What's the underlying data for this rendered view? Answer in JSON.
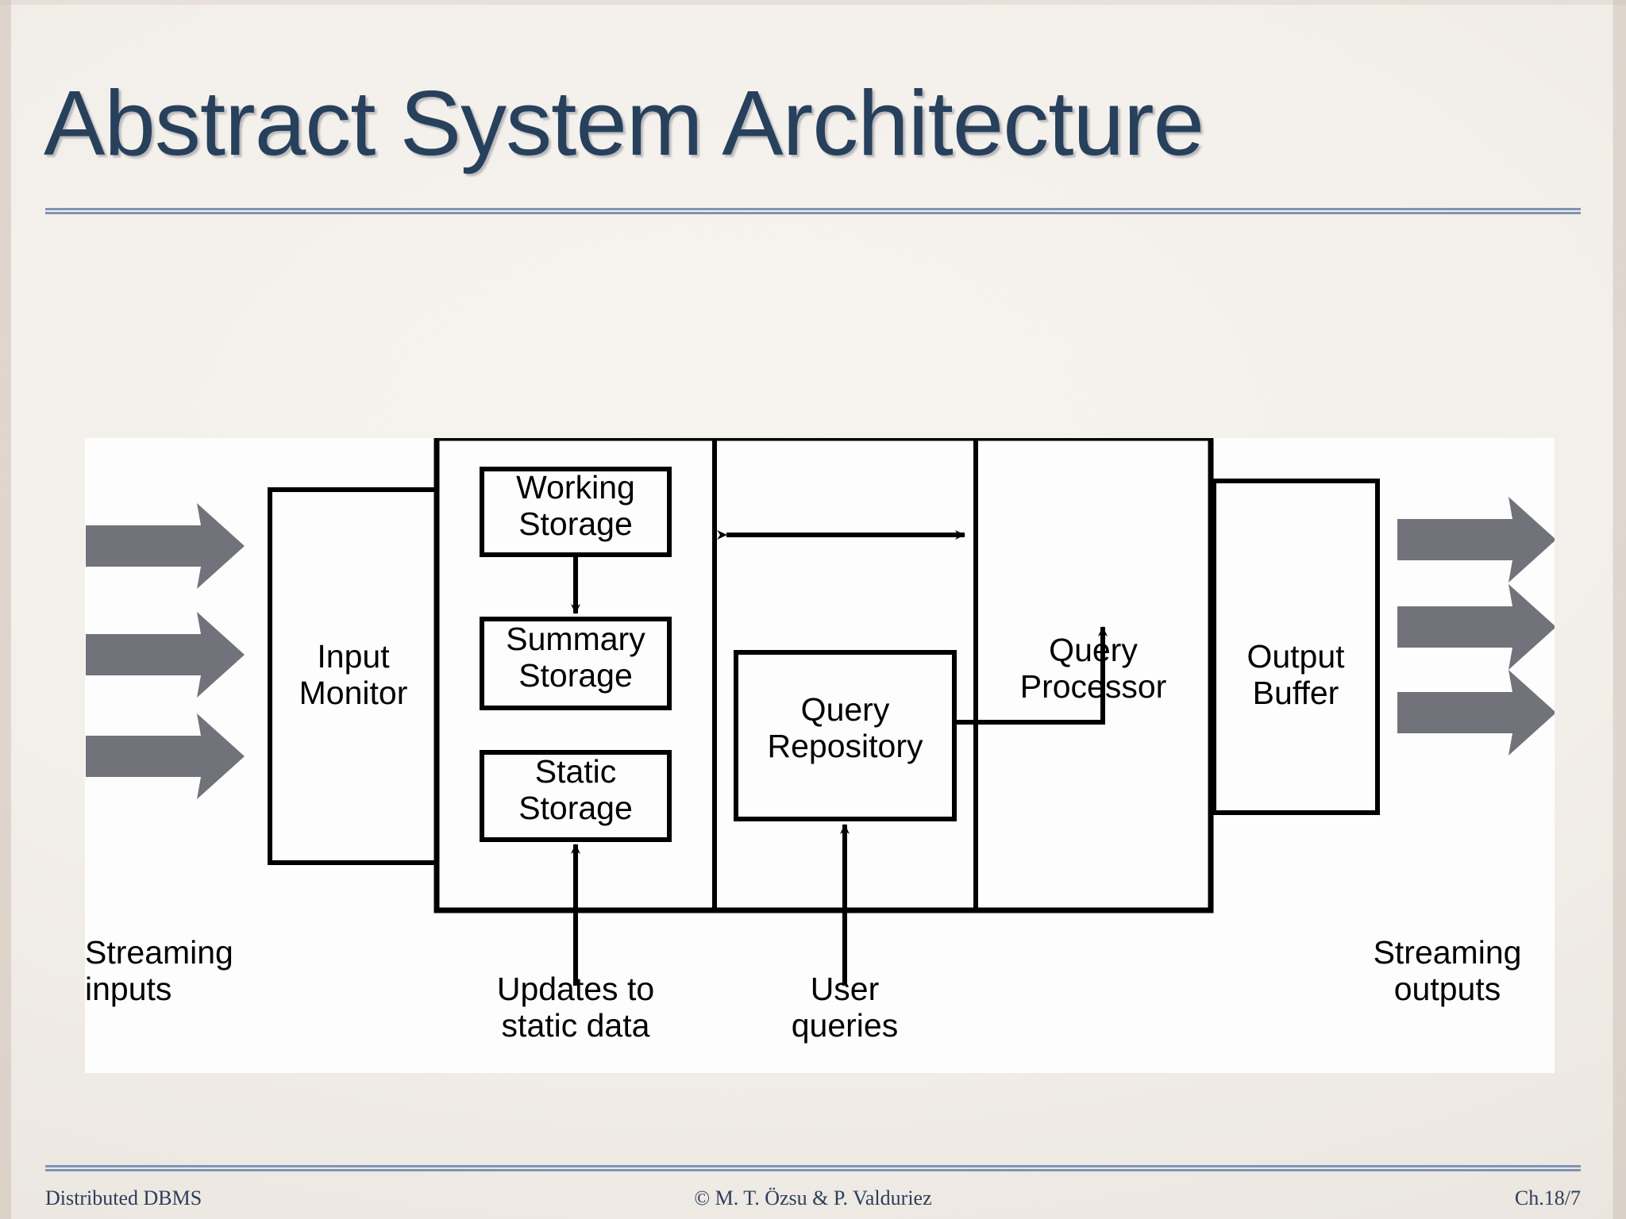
{
  "slide": {
    "title": "Abstract System Architecture",
    "accent_rule_color": "#7f93b4",
    "title_color": "#27405c",
    "background_color": "#f3efea"
  },
  "footer": {
    "left": "Distributed DBMS",
    "center": "© M. T. Özsu & P. Valduriez",
    "right": "Ch.18/7"
  },
  "diagram": {
    "panel_background": "#fdfdfd",
    "line_color": "#000000",
    "stream_arrow_color": "#72727a",
    "boxes": {
      "input_monitor": "Input\nMonitor",
      "working_storage": "Working\nStorage",
      "summary_storage": "Summary\nStorage",
      "static_storage": "Static\nStorage",
      "query_repository": "Query\nRepository",
      "query_processor": "Query\nProcessor",
      "output_buffer": "Output\nBuffer"
    },
    "captions": {
      "streaming_inputs": "Streaming\ninputs",
      "updates_to_static_data": "Updates to\nstatic data",
      "user_queries": "User\nqueries",
      "streaming_outputs": "Streaming\noutputs"
    },
    "arrows": {
      "streaming_in_count": 3,
      "streaming_out_count": 3,
      "working_to_summary": "down",
      "storage_query_link": "bidirectional",
      "updates_to_static": "up",
      "user_queries_to_repository": "up",
      "repository_to_processor": "up"
    }
  }
}
